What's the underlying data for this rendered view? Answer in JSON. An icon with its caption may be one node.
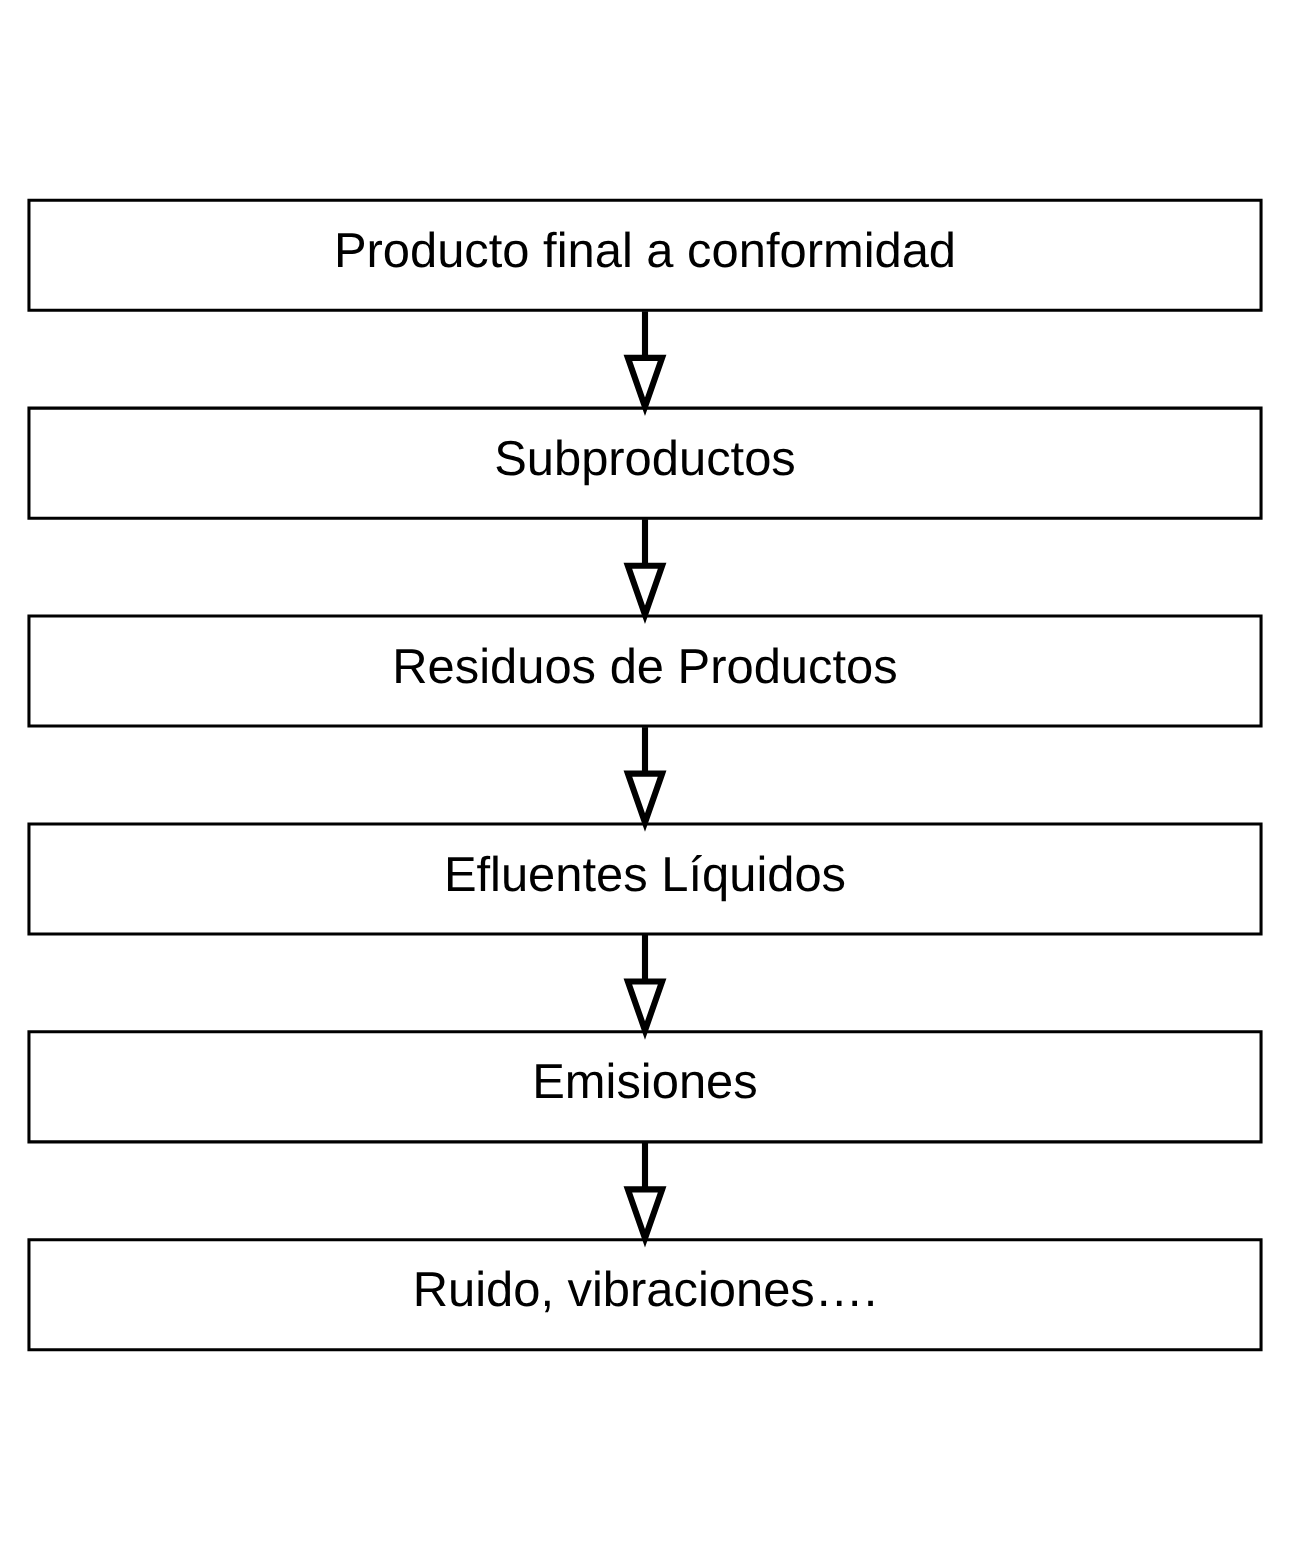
{
  "diagram": {
    "nodes": [
      {
        "text": [
          "Producto final a conformidad"
        ]
      },
      {
        "text": [
          "Subproductos"
        ]
      },
      {
        "text": [
          "Residuos de Productos"
        ]
      },
      {
        "text": [
          "Efluentes Líquidos"
        ]
      },
      {
        "text": [
          "Emisiones"
        ]
      },
      {
        "text": [
          "Ruido, vibraciones…."
        ]
      }
    ],
    "edges": [
      {
        "from": 0,
        "to": 1,
        "arrow": "to"
      },
      {
        "from": 1,
        "to": 2,
        "arrow": "to"
      },
      {
        "from": 2,
        "to": 3,
        "arrow": "to"
      },
      {
        "from": 3,
        "to": 4,
        "arrow": "to"
      },
      {
        "from": 4,
        "to": 5,
        "arrow": "to"
      }
    ]
  }
}
